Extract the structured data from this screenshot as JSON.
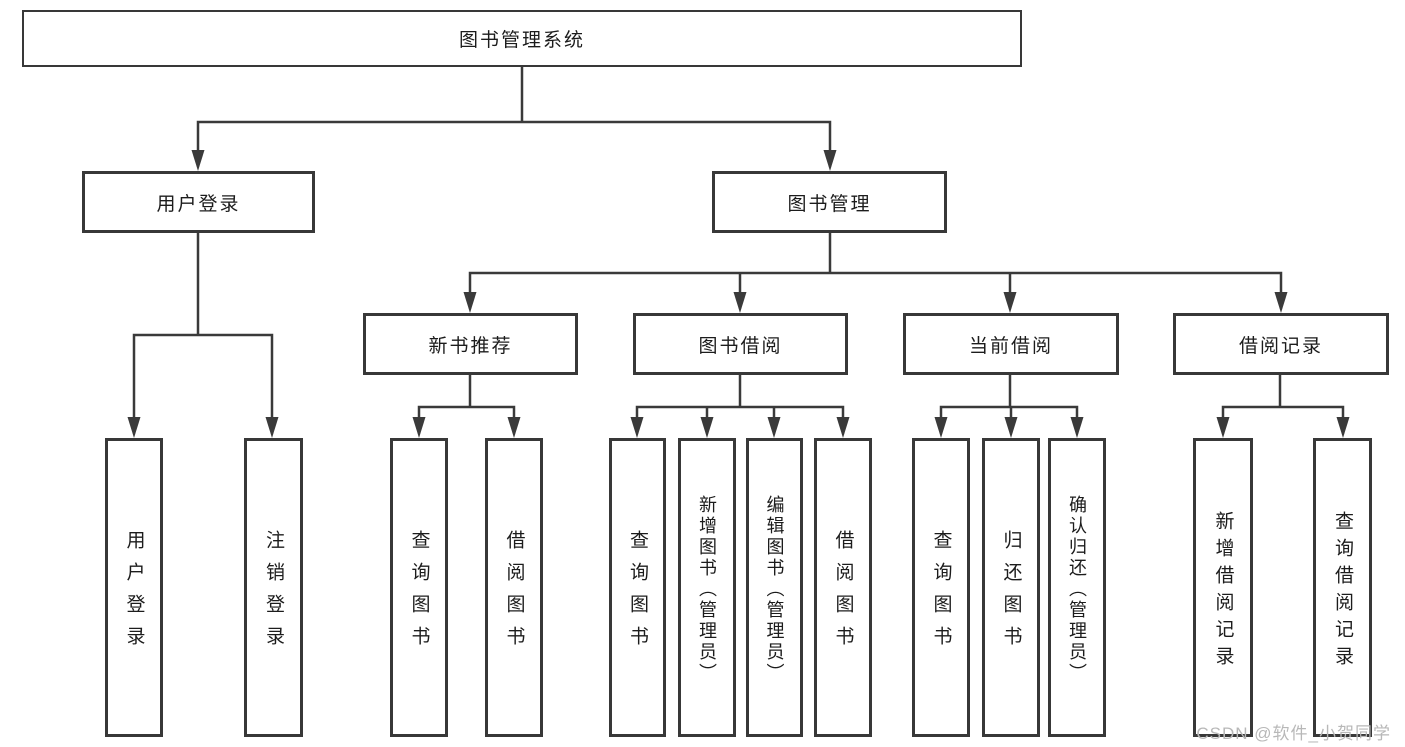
{
  "diagram": {
    "title_label": "图书管理系统",
    "level2": {
      "user_login": "用户登录",
      "book_management": "图书管理"
    },
    "level3": {
      "new_book": "新书推荐",
      "book_borrow": "图书借阅",
      "current_borrow": "当前借阅",
      "borrow_record": "借阅记录"
    },
    "leaves": {
      "user_login_items": [
        "用户登录",
        "注销登录"
      ],
      "new_book_items": [
        "查询图书",
        "借阅图书"
      ],
      "book_borrow_items": [
        "查询图书",
        "新增图书（管理员）",
        "编辑图书（管理员）",
        "借阅图书"
      ],
      "current_borrow_items": [
        "查询图书",
        "归还图书",
        "确认归还（管理员）"
      ],
      "borrow_record_items": [
        "新增借阅记录",
        "查询借阅记录"
      ]
    },
    "watermark": "CSDN @软件_小贺同学",
    "colors": {
      "line": "#3a3a3a",
      "text": "#1c1c1c",
      "watermark": "#b8b8b8",
      "background": "#ffffff"
    }
  }
}
